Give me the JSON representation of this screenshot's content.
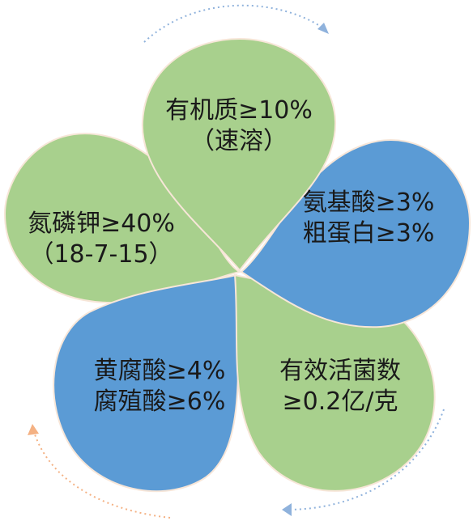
{
  "colors": {
    "green": "#a8d08d",
    "blue": "#5b9bd5",
    "petal_edge": "#f7e6d8",
    "arrow_blue": "#8fb2dc",
    "arrow_orange": "#f4b183"
  },
  "petals": [
    {
      "id": "top",
      "color": "green",
      "lines": [
        "有机质≥10%",
        "（速溶）"
      ]
    },
    {
      "id": "right",
      "color": "blue",
      "lines": [
        "氨基酸≥3%",
        "粗蛋白≥3%"
      ]
    },
    {
      "id": "bottom-right",
      "color": "green",
      "lines": [
        "有效活菌数",
        "≥0.2亿/克"
      ]
    },
    {
      "id": "bottom-left",
      "color": "blue",
      "lines": [
        "黄腐酸≥4%",
        "腐殖酸≥6%"
      ]
    },
    {
      "id": "left",
      "color": "green",
      "lines": [
        "氮磷钾≥40%",
        "（18-7-15）"
      ]
    }
  ]
}
